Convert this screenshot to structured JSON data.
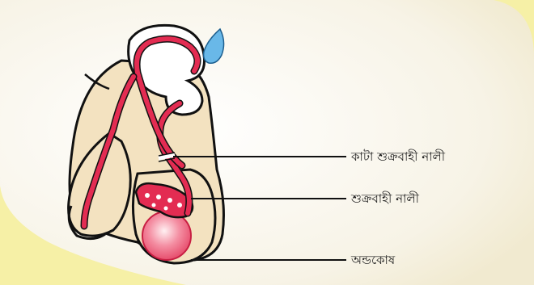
{
  "diagram": {
    "labels": [
      {
        "id": "cut-vas-deferens",
        "text": "কাটা শুক্রবাহী নালী"
      },
      {
        "id": "vas-deferens",
        "text": "শুক্রবাহী নালী"
      },
      {
        "id": "testis",
        "text": "অন্ডকোষ"
      }
    ]
  },
  "colors": {
    "background": "#f6f0a6",
    "panel": "#f9f6ec",
    "skin": "#f3e2c0",
    "duct": "#e32c52",
    "testis": "#f26a86",
    "bladder": "#ffffff",
    "droplet": "#69b8e8",
    "outline": "#111111"
  }
}
